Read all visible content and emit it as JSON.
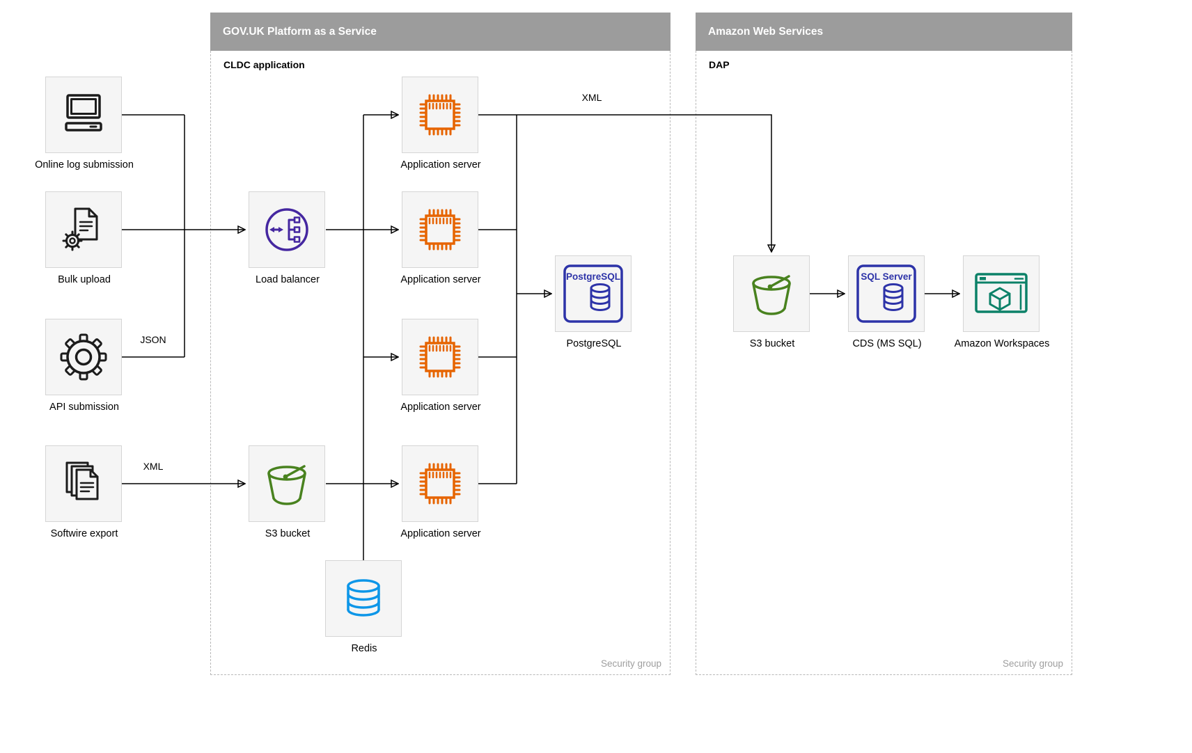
{
  "groups": {
    "govuk": {
      "title": "GOV.UK Platform as a Service",
      "sublabel": "CLDC application",
      "security_label": "Security group"
    },
    "aws": {
      "title": "Amazon Web Services",
      "sublabel": "DAP",
      "security_label": "Security group"
    }
  },
  "nodes": {
    "online_log_submission": {
      "label": "Online log submission"
    },
    "bulk_upload": {
      "label": "Bulk upload"
    },
    "api_submission": {
      "label": "API submission"
    },
    "softwire_export": {
      "label": "Softwire export"
    },
    "load_balancer": {
      "label": "Load balancer"
    },
    "app_server_1": {
      "label": "Application server"
    },
    "app_server_2": {
      "label": "Application server"
    },
    "app_server_3": {
      "label": "Application server"
    },
    "app_server_4": {
      "label": "Application server"
    },
    "postgresql": {
      "label": "PostgreSQL",
      "icon_text": "PostgreSQL"
    },
    "s3_bucket_govuk": {
      "label": "S3 bucket"
    },
    "redis": {
      "label": "Redis"
    },
    "s3_bucket_aws": {
      "label": "S3 bucket"
    },
    "cds_mssql": {
      "label": "CDS (MS SQL)",
      "icon_text": "SQL Server"
    },
    "amazon_workspaces": {
      "label": "Amazon Workspaces"
    }
  },
  "edge_labels": {
    "api_to_load_balancer": "JSON",
    "softwire_to_s3": "XML",
    "app_server_to_dap": "XML"
  },
  "colors": {
    "group_header": "#9c9c9c",
    "node_fill": "#f5f5f5",
    "icon_dark": "#1c1c1c",
    "load_balancer_purple": "#4527a0",
    "app_server_orange": "#e66400",
    "database_blue": "#2d33a8",
    "s3_green": "#49821f",
    "redis_blue": "#0d96e8",
    "workspaces_teal": "#0c8168",
    "edge_black": "#000000",
    "security_text_gray": "#9e9e9e"
  }
}
